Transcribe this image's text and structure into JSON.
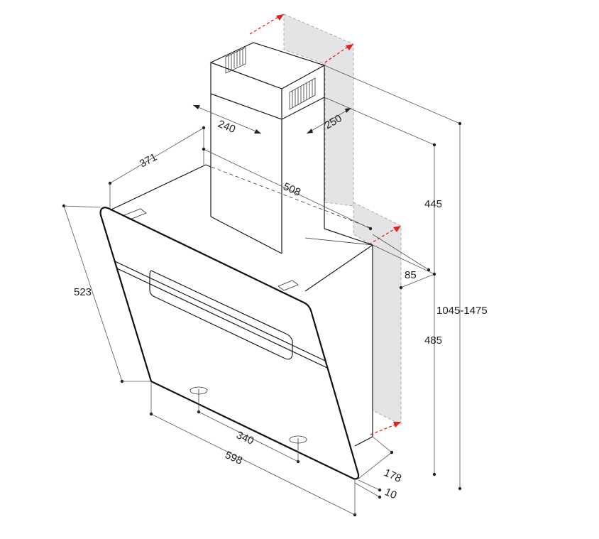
{
  "dimensions": {
    "chimney_width": "240",
    "chimney_depth": "250",
    "top_depth": "371",
    "top_width": "508",
    "chimney_height": "445",
    "lower_height": "485",
    "total_height": "1045-1475",
    "wall_offset": "85",
    "glass_height": "523",
    "fixing_distance": "340",
    "hood_width": "598",
    "bottom_depth": "178",
    "glass_thickness": "10"
  }
}
